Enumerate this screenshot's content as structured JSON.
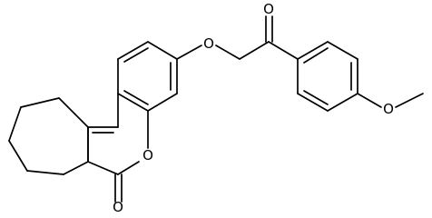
{
  "molecule": {
    "atoms": [
      {
        "label": "O"
      },
      {
        "label": "O"
      },
      {
        "label": "O"
      },
      {
        "label": "O"
      },
      {
        "label": "O"
      }
    ]
  },
  "colors": {
    "bond": "#000000",
    "label": "#000000",
    "background": "#ffffff"
  }
}
